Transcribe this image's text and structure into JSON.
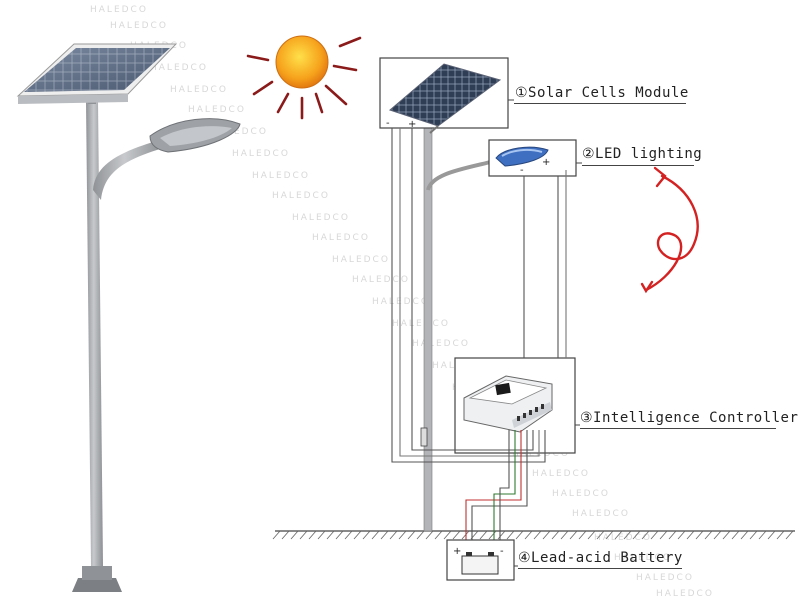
{
  "watermark": "HALEDCO",
  "labels": {
    "solar": "①Solar Cells Module",
    "led": "②LED lighting",
    "controller": "③Intelligence Controller",
    "battery": "④Lead-acid Battery"
  },
  "polarity": {
    "solar_minus": "-",
    "solar_plus": "+",
    "led_minus": "-",
    "led_plus": "+",
    "battery_plus": "+",
    "battery_minus": "-"
  },
  "icons": [
    "sun-icon",
    "solar-panel-icon",
    "street-lamp-icon",
    "controller-icon",
    "battery-icon",
    "red-arrow-icon"
  ],
  "colors": {
    "sun_fill": "#f59a1b",
    "sun_core": "#ffd13a",
    "sun_rays": "#8b1a1a",
    "arrow": "#d42222",
    "wire": "#555555",
    "pole": "#a7aaae",
    "panel": "#5b6a80"
  }
}
